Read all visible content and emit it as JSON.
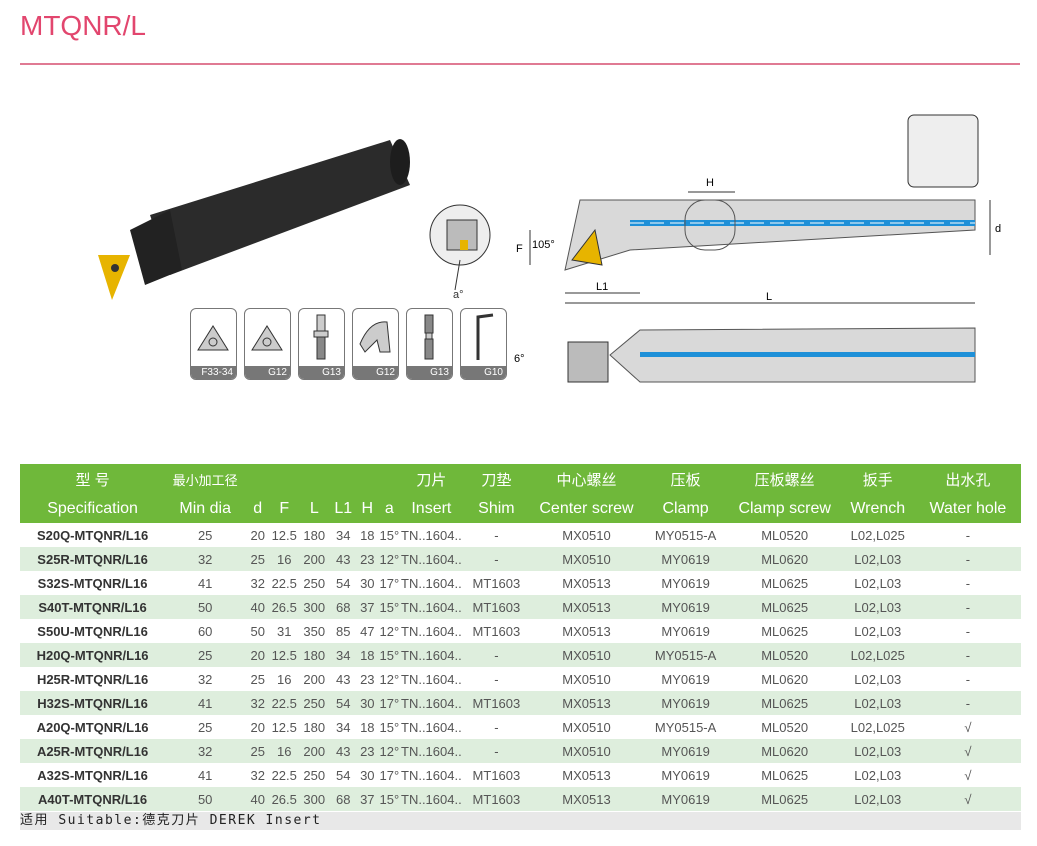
{
  "title": "MTQNR/L",
  "diagram": {
    "H": "H",
    "F": "F",
    "d": "d",
    "L1": "L1",
    "L": "L",
    "angle_105": "105°",
    "angle_6": "6°",
    "angle_a": "a°"
  },
  "parts": [
    {
      "icon": "insert-icon",
      "label": "F33-34"
    },
    {
      "icon": "shim-icon",
      "label": "G12"
    },
    {
      "icon": "center-screw-icon",
      "label": "G13"
    },
    {
      "icon": "clamp-icon",
      "label": "G12"
    },
    {
      "icon": "clamp-screw-icon",
      "label": "G13"
    },
    {
      "icon": "wrench-icon",
      "label": "G10"
    }
  ],
  "table": {
    "header_cn": [
      "型 号",
      "最小加工径",
      "",
      "",
      "",
      "",
      "",
      "",
      "刀片",
      "刀垫",
      "中心螺丝",
      "压板",
      "压板螺丝",
      "扳手",
      "出水孔"
    ],
    "header_en": [
      "Specification",
      "Min dia",
      "d",
      "F",
      "L",
      "L1",
      "H",
      "a",
      "Insert",
      "Shim",
      "Center screw",
      "Clamp",
      "Clamp screw",
      "Wrench",
      "Water hole"
    ],
    "rows": [
      [
        "S20Q-MTQNR/L16",
        "25",
        "20",
        "12.5",
        "180",
        "34",
        "18",
        "15°",
        "TN..1604..",
        "-",
        "MX0510",
        "MY0515-A",
        "ML0520",
        "L02,L025",
        "-"
      ],
      [
        "S25R-MTQNR/L16",
        "32",
        "25",
        "16",
        "200",
        "43",
        "23",
        "12°",
        "TN..1604..",
        "-",
        "MX0510",
        "MY0619",
        "ML0620",
        "L02,L03",
        "-"
      ],
      [
        "S32S-MTQNR/L16",
        "41",
        "32",
        "22.5",
        "250",
        "54",
        "30",
        "17°",
        "TN..1604..",
        "MT1603",
        "MX0513",
        "MY0619",
        "ML0625",
        "L02,L03",
        "-"
      ],
      [
        "S40T-MTQNR/L16",
        "50",
        "40",
        "26.5",
        "300",
        "68",
        "37",
        "15°",
        "TN..1604..",
        "MT1603",
        "MX0513",
        "MY0619",
        "ML0625",
        "L02,L03",
        "-"
      ],
      [
        "S50U-MTQNR/L16",
        "60",
        "50",
        "31",
        "350",
        "85",
        "47",
        "12°",
        "TN..1604..",
        "MT1603",
        "MX0513",
        "MY0619",
        "ML0625",
        "L02,L03",
        "-"
      ],
      [
        "H20Q-MTQNR/L16",
        "25",
        "20",
        "12.5",
        "180",
        "34",
        "18",
        "15°",
        "TN..1604..",
        "-",
        "MX0510",
        "MY0515-A",
        "ML0520",
        "L02,L025",
        "-"
      ],
      [
        "H25R-MTQNR/L16",
        "32",
        "25",
        "16",
        "200",
        "43",
        "23",
        "12°",
        "TN..1604..",
        "-",
        "MX0510",
        "MY0619",
        "ML0620",
        "L02,L03",
        "-"
      ],
      [
        "H32S-MTQNR/L16",
        "41",
        "32",
        "22.5",
        "250",
        "54",
        "30",
        "17°",
        "TN..1604..",
        "MT1603",
        "MX0513",
        "MY0619",
        "ML0625",
        "L02,L03",
        "-"
      ],
      [
        "A20Q-MTQNR/L16",
        "25",
        "20",
        "12.5",
        "180",
        "34",
        "18",
        "15°",
        "TN..1604..",
        "-",
        "MX0510",
        "MY0515-A",
        "ML0520",
        "L02,L025",
        "√"
      ],
      [
        "A25R-MTQNR/L16",
        "32",
        "25",
        "16",
        "200",
        "43",
        "23",
        "12°",
        "TN..1604..",
        "-",
        "MX0510",
        "MY0619",
        "ML0620",
        "L02,L03",
        "√"
      ],
      [
        "A32S-MTQNR/L16",
        "41",
        "32",
        "22.5",
        "250",
        "54",
        "30",
        "17°",
        "TN..1604..",
        "MT1603",
        "MX0513",
        "MY0619",
        "ML0625",
        "L02,L03",
        "√"
      ],
      [
        "A40T-MTQNR/L16",
        "50",
        "40",
        "26.5",
        "300",
        "68",
        "37",
        "15°",
        "TN..1604..",
        "MT1603",
        "MX0513",
        "MY0619",
        "ML0625",
        "L02,L03",
        "√"
      ]
    ]
  },
  "footer": "适用 Suitable:德克刀片 DEREK Insert"
}
